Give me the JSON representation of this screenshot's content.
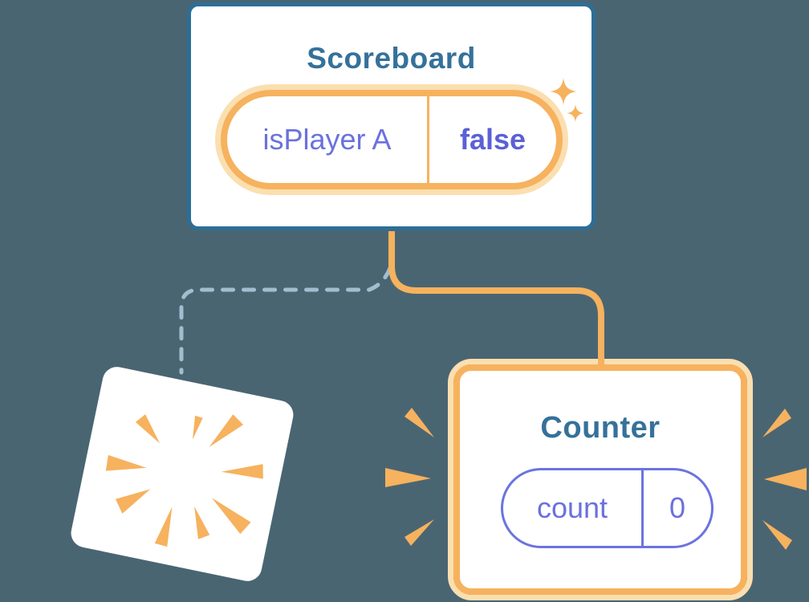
{
  "diagram": {
    "background_color": "#4A6572",
    "accent_orange": "#F6B25E",
    "accent_orange_light": "#FBDFB0",
    "card_border_blue": "#2D6E96",
    "title_blue": "#35719A",
    "state_purple": "#6A71DE",
    "state_purple_bold": "#5B60D6",
    "dashed_line_color": "#A3BDD0"
  },
  "scoreboard_card": {
    "title": "Scoreboard",
    "state_key": "isPlayer A",
    "state_value": "false"
  },
  "counter_card": {
    "title": "Counter",
    "state_key": "count",
    "state_value": "0"
  }
}
